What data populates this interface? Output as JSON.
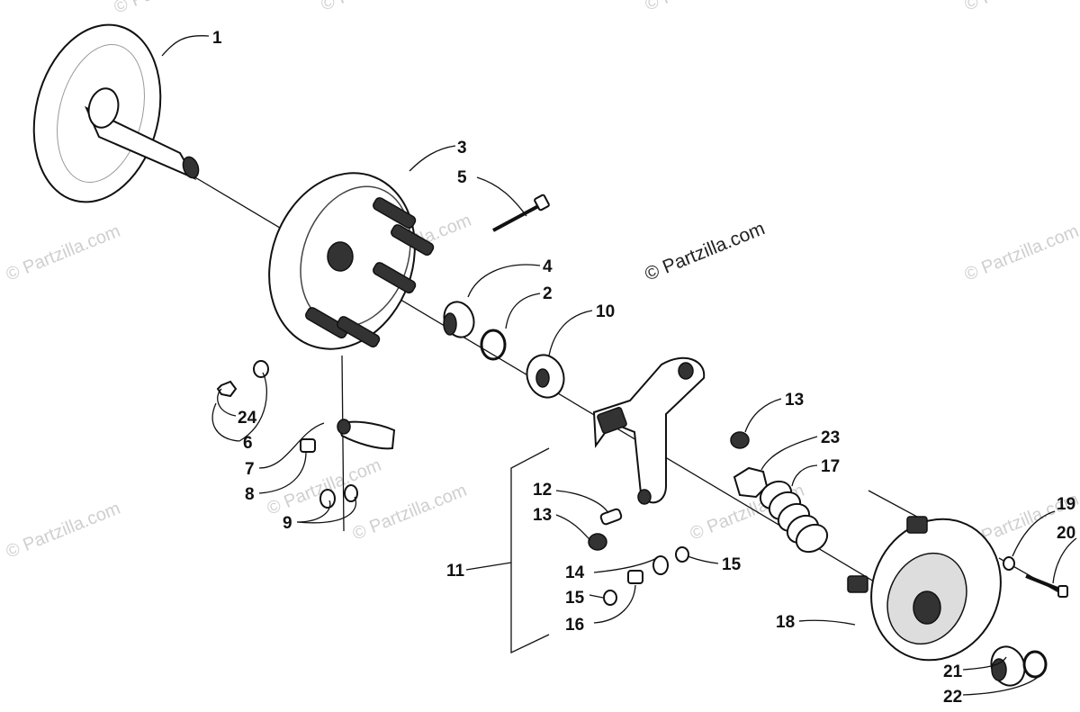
{
  "watermark": {
    "main": "© Partzilla.com",
    "tile": "© Partzilla.com"
  },
  "callouts": [
    {
      "id": "c1",
      "label": "1"
    },
    {
      "id": "c3",
      "label": "3"
    },
    {
      "id": "c5",
      "label": "5"
    },
    {
      "id": "c4",
      "label": "4"
    },
    {
      "id": "c2",
      "label": "2"
    },
    {
      "id": "c10",
      "label": "10"
    },
    {
      "id": "c24",
      "label": "24"
    },
    {
      "id": "c6",
      "label": "6"
    },
    {
      "id": "c7",
      "label": "7"
    },
    {
      "id": "c8",
      "label": "8"
    },
    {
      "id": "c9",
      "label": "9"
    },
    {
      "id": "c13a",
      "label": "13"
    },
    {
      "id": "c23",
      "label": "23"
    },
    {
      "id": "c17",
      "label": "17"
    },
    {
      "id": "c12",
      "label": "12"
    },
    {
      "id": "c13b",
      "label": "13"
    },
    {
      "id": "c11",
      "label": "11"
    },
    {
      "id": "c14",
      "label": "14"
    },
    {
      "id": "c15a",
      "label": "15"
    },
    {
      "id": "c15b",
      "label": "15"
    },
    {
      "id": "c16",
      "label": "16"
    },
    {
      "id": "c19",
      "label": "19"
    },
    {
      "id": "c20",
      "label": "20"
    },
    {
      "id": "c18",
      "label": "18"
    },
    {
      "id": "c21",
      "label": "21"
    },
    {
      "id": "c22",
      "label": "22"
    }
  ]
}
